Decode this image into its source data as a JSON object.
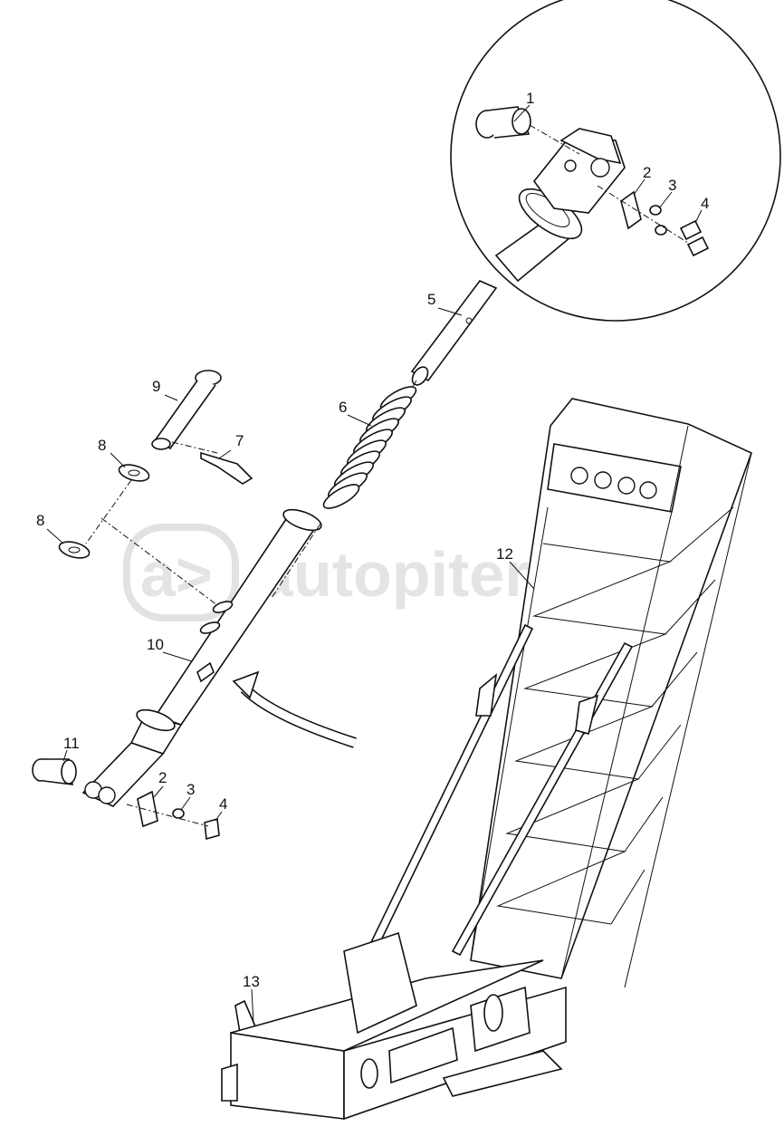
{
  "watermark": {
    "text": "autopiter.ru",
    "badge": "a>"
  },
  "callouts": [
    {
      "label": "1"
    },
    {
      "label": "2"
    },
    {
      "label": "3"
    },
    {
      "label": "4"
    },
    {
      "label": "5"
    },
    {
      "label": "6"
    },
    {
      "label": "7"
    },
    {
      "label": "8"
    },
    {
      "label": "8"
    },
    {
      "label": "9"
    },
    {
      "label": "10"
    },
    {
      "label": "11"
    },
    {
      "label": "2"
    },
    {
      "label": "3"
    },
    {
      "label": "4"
    },
    {
      "label": "12"
    },
    {
      "label": "13"
    }
  ]
}
